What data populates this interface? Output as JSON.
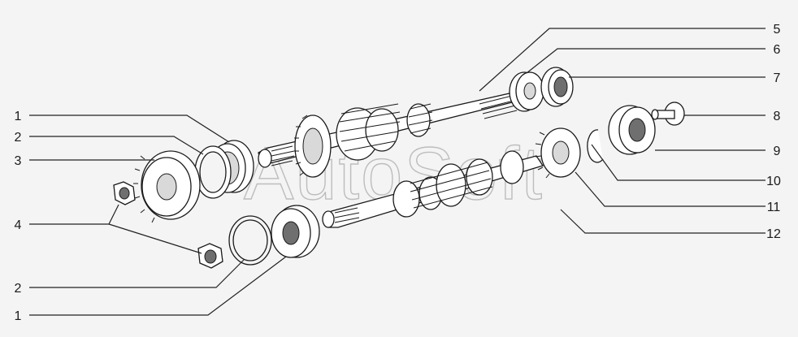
{
  "watermark": "AutoSoft",
  "callouts": [
    {
      "id": "c1-left",
      "label": "1"
    },
    {
      "id": "c2-left",
      "label": "2"
    },
    {
      "id": "c3",
      "label": "3"
    },
    {
      "id": "c4",
      "label": "4"
    },
    {
      "id": "c2-bottom",
      "label": "2"
    },
    {
      "id": "c1-bottom",
      "label": "1"
    },
    {
      "id": "c5",
      "label": "5"
    },
    {
      "id": "c6",
      "label": "6"
    },
    {
      "id": "c7",
      "label": "7"
    },
    {
      "id": "c8",
      "label": "8"
    },
    {
      "id": "c9",
      "label": "9"
    },
    {
      "id": "c10",
      "label": "10"
    },
    {
      "id": "c11",
      "label": "11"
    },
    {
      "id": "c12",
      "label": "12"
    }
  ],
  "colors": {
    "line": "#1a1a1a",
    "background": "#f4f4f4",
    "watermark": "#bdbdbd"
  }
}
